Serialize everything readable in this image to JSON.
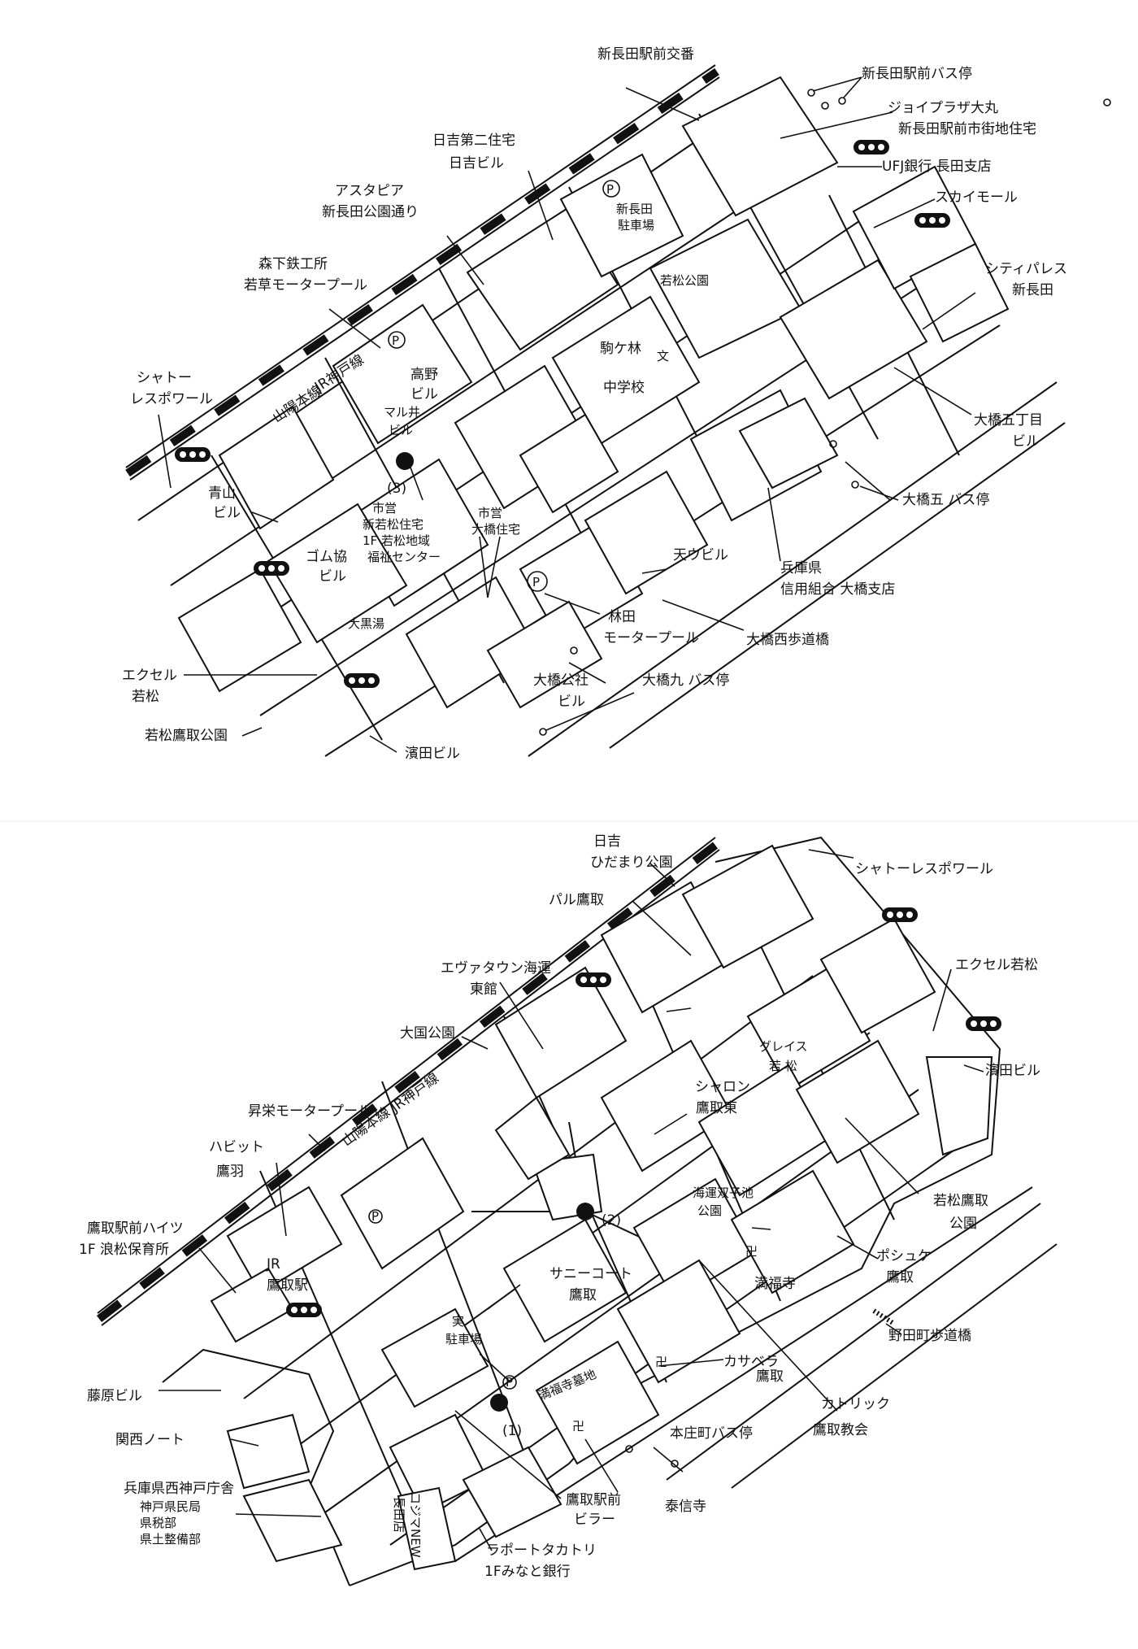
{
  "map_top": {
    "rail": {
      "line_jr": "JR神戸線",
      "line_sanyo": "山陽本線"
    },
    "facilities": [
      "新長田駅前交番",
      "新長田駅前バス停",
      "ジョイプラザ大丸",
      "新長田駅前市街地住宅",
      "UFJ銀行 長田支店",
      "スカイモール",
      "シティパレス",
      "新長田",
      "日吉第二住宅",
      "日吉ビル",
      "アスタピア",
      "新長田公園通り",
      "森下鉄工所",
      "若草モータープール",
      "シャトー",
      "レスポワール",
      "新長田",
      "駐車場",
      "若松公園",
      "高野",
      "ビル",
      "駒ケ林",
      "中学校",
      "マル井",
      "ビル",
      "青山",
      "ビル",
      "市営",
      "新若松住宅",
      "1F 若松地域",
      "福祉センター",
      "市営",
      "大橋住宅",
      "ゴム協",
      "ビル",
      "大黒湯",
      "エクセル",
      "若松",
      "若松鷹取公園",
      "濱田ビル",
      "林田",
      "モータープール",
      "天ウビル",
      "兵庫県",
      "信用組合 大橋支店",
      "大橋西歩道橋",
      "大橋公社",
      "ビル",
      "大橋九 バス停",
      "大橋五丁目",
      "ビル",
      "大橋五 バス停"
    ],
    "markers": {
      "p_symbol": "P",
      "school_symbol": "文",
      "label_3": "(3)"
    }
  },
  "map_bottom": {
    "rail": {
      "line_jr": "JR神戸線",
      "line_sanyo": "山陽本線"
    },
    "facilities": [
      "日吉",
      "ひだまり公園",
      "シャトーレスポワール",
      "パル鷹取",
      "エヴァタウン海運",
      "東館",
      "エクセル若松",
      "大国公園",
      "濱田ビル",
      "グレイス",
      "若 松",
      "シャロン",
      "鷹取東",
      "昇栄モータープール",
      "ハビット",
      "鷹羽",
      "海運双子池",
      "公園",
      "若松鷹取",
      "公園",
      "鷹取駅前ハイツ",
      "1F 浪松保育所",
      "JR",
      "鷹取駅",
      "満福寺",
      "ポシュケ",
      "鷹取",
      "サニーコート",
      "鷹取",
      "野田町歩道橋",
      "実",
      "駐車場",
      "満福寺墓地",
      "カサベラ",
      "鷹取",
      "藤原ビル",
      "本庄町バス停",
      "カトリック",
      "鷹取教会",
      "関西ノート",
      "兵庫県西神戸庁舎",
      "神戸県民局",
      "県税部",
      "県土整備部",
      "コジマNEW",
      "長田店",
      "鷹取駅前",
      "ビラー",
      "泰信寺",
      "ラポートタカトリ",
      "1Fみなと銀行"
    ],
    "markers": {
      "label_1": "(1)",
      "label_2": "(2)",
      "p_symbol": "P",
      "temple_symbol": "卍"
    }
  }
}
